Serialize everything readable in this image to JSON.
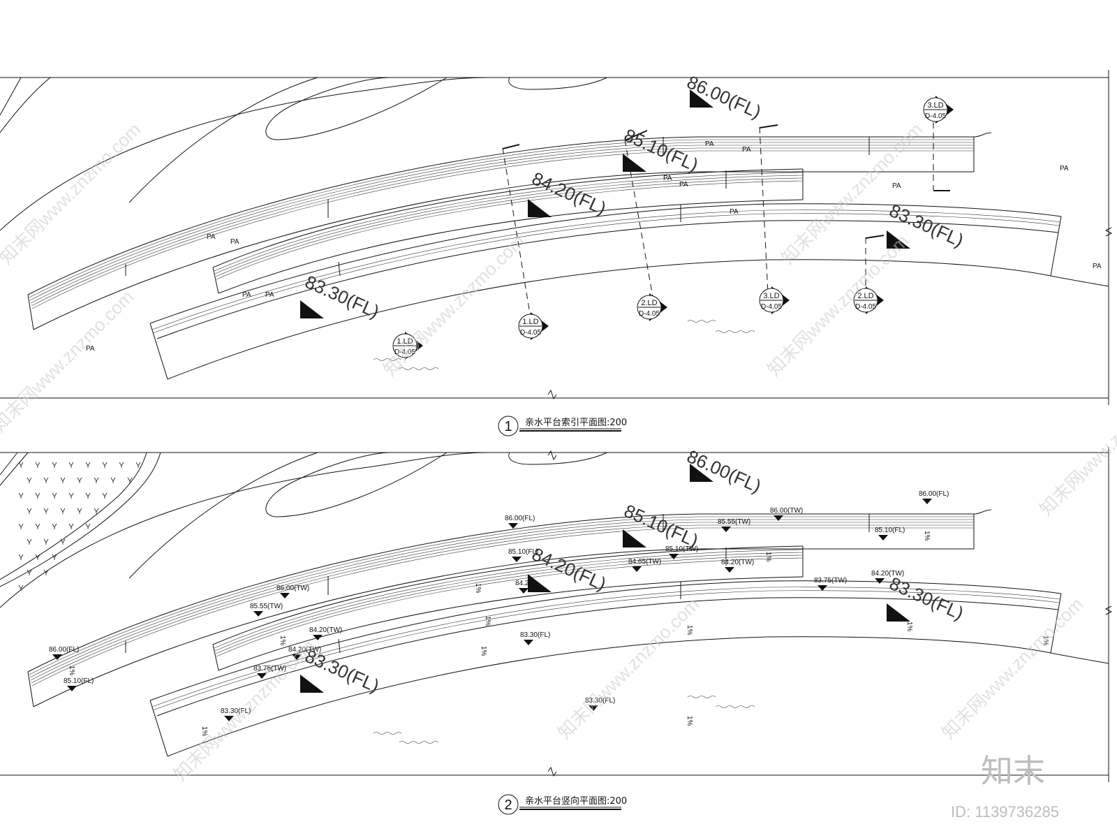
{
  "plan1": {
    "title": "亲水平台索引平面图:200",
    "number": "1",
    "pa_labels": [
      "PA",
      "PA",
      "PA",
      "PA",
      "PA",
      "PA",
      "PA",
      "PA",
      "PA",
      "PA",
      "PA",
      "PA",
      "PA",
      "PA"
    ],
    "elevations": [
      "86.00(FL)",
      "85.10(FL)",
      "84.20(FL)",
      "83.30(FL)",
      "83.30(FL)"
    ],
    "section_refs": [
      {
        "top": "1.LD",
        "bottom": "D-4.05"
      },
      {
        "top": "1.LD",
        "bottom": "D-4.05"
      },
      {
        "top": "2.LD",
        "bottom": "D-4.05"
      },
      {
        "top": "3.LD",
        "bottom": "D-4.05"
      },
      {
        "top": "2.LD",
        "bottom": "D-4.05"
      },
      {
        "top": "3.LD",
        "bottom": "D-4.05"
      }
    ]
  },
  "plan2": {
    "title": "亲水平台竖向平面图:200",
    "number": "2",
    "big_elevations": [
      "86.00(FL)",
      "85.10(FL)",
      "84.20(FL)",
      "83.30(FL)",
      "83.30(FL)"
    ],
    "spot_elevations": [
      "86.00(FL)",
      "85.10(FL)",
      "85.55(TW)",
      "86.00(TW)",
      "84.20(TW)",
      "84.20(TW)",
      "83.75(TW)",
      "83.30(FL)",
      "86.00(FL)",
      "85.10(FL)",
      "84.65(TW)",
      "85.10(TW)",
      "84.20",
      "83.30(FL)",
      "83.30(FL)",
      "85.55(TW)",
      "86.00(TW)",
      "84.20(TW)",
      "83.75(TW)",
      "84.20(TW)",
      "85.10(FL)",
      "86.00(FL)"
    ],
    "slopes": [
      "1%",
      "1%",
      "1%",
      "1%",
      "1%",
      "1%",
      "1%",
      "1%",
      "1%",
      "1%",
      "1%",
      "1%"
    ]
  },
  "watermark": {
    "text": "知末网www.znzmo.com",
    "brand": "知末",
    "id_label": "ID: 1139736285"
  }
}
